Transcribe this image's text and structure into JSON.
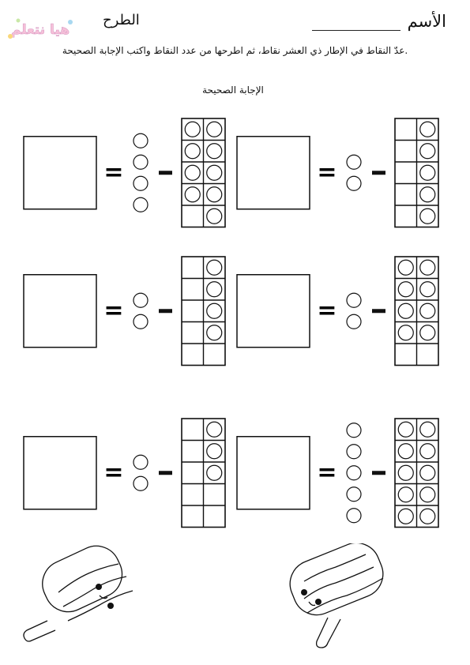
{
  "header": {
    "name_label": "الأسم",
    "subject": "الطرح",
    "logo_text": "هيا نتعلم"
  },
  "instruction": ".عدّ النقاط في الإطار ذي العشر نقاط، ثم اطرحها من عدد النقاط واكتب الإجابة الصحيحة",
  "example_label": "الإجابة الصحيحة",
  "symbols": {
    "equals": "=",
    "minus": "-"
  },
  "problems": [
    {
      "frame_dots": 9,
      "subtract_dots": 4
    },
    {
      "frame_dots": 5,
      "subtract_dots": 2
    },
    {
      "frame_dots": 4,
      "subtract_dots": 2
    },
    {
      "frame_dots": 8,
      "subtract_dots": 2
    },
    {
      "frame_dots": 3,
      "subtract_dots": 2
    },
    {
      "frame_dots": 10,
      "subtract_dots": 5
    }
  ],
  "decorations": [
    "popsicle-icon",
    "popsicle-icon"
  ]
}
